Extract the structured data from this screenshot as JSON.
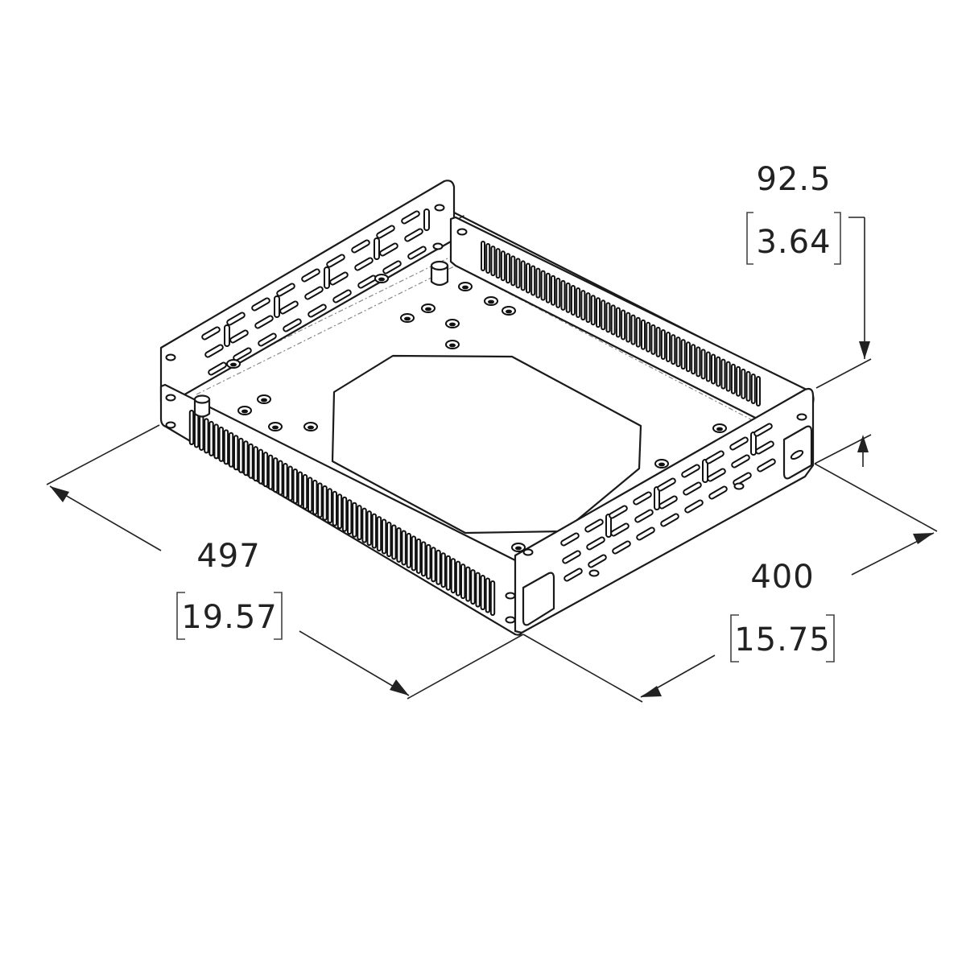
{
  "dimensions": {
    "length": {
      "mm": "497",
      "inch": "19.57"
    },
    "width": {
      "mm": "400",
      "inch": "15.75"
    },
    "height": {
      "mm": "92.5",
      "inch": "3.64"
    }
  },
  "colors": {
    "line": "#1a1a1a",
    "background": "#ffffff"
  }
}
